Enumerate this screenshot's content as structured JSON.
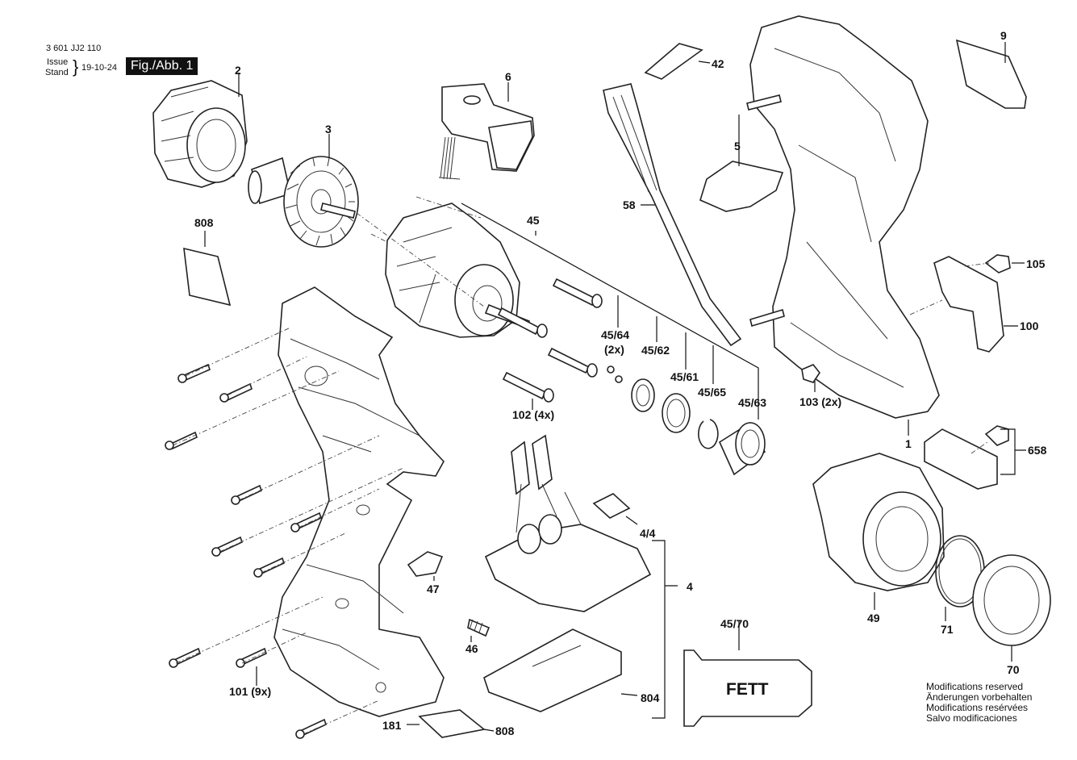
{
  "header": {
    "doc_number": "3 601 JJ2 110",
    "issue_label": "Issue",
    "stand_label": "Stand",
    "date": "19-10-24",
    "figure": "Fig./Abb. 1"
  },
  "parts": {
    "p1": "1",
    "p2": "2",
    "p3": "3",
    "p4": "4",
    "p4_4": "4/4",
    "p5": "5",
    "p6": "6",
    "p9": "9",
    "p42": "42",
    "p45": "45",
    "p45_61": "45/61",
    "p45_62": "45/62",
    "p45_63": "45/63",
    "p45_64": "45/64",
    "p45_64_qty": "(2x)",
    "p45_65": "45/65",
    "p45_70": "45/70",
    "p46": "46",
    "p47": "47",
    "p49": "49",
    "p58": "58",
    "p70": "70",
    "p71": "71",
    "p100": "100",
    "p101": "101 (9x)",
    "p102": "102 (4x)",
    "p103": "103 (2x)",
    "p105": "105",
    "p181": "181",
    "p658": "658",
    "p804": "804",
    "p808_top": "808",
    "p808_bottom": "808"
  },
  "grease_label": "FETT",
  "notes": [
    "Modifications reserved",
    "Änderungen vorbehalten",
    "Modifications resérvées",
    "Salvo modificaciones"
  ]
}
